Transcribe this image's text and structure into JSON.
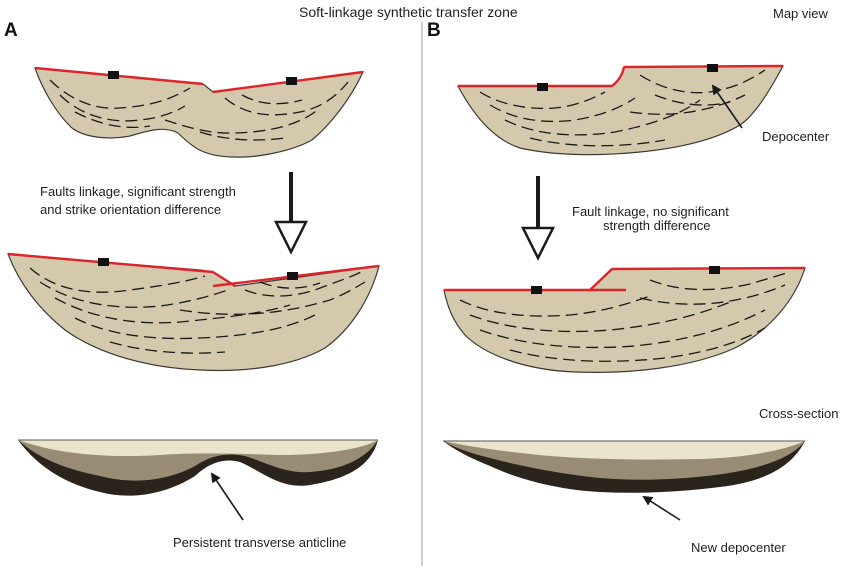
{
  "title": "Soft-linkage synthetic transfer zone",
  "map_view_label": "Map view",
  "cross_section_label": "Cross-section",
  "panels": [
    {
      "letter": "A",
      "arrow_text_line1": "Faults linkage, significant strength",
      "arrow_text_line2": "and strike orientation difference",
      "bottom_annotation": "Persistent transverse anticline"
    },
    {
      "letter": "B",
      "depocenter_label": "Depocenter",
      "arrow_text_line1": "Fault linkage, no significant",
      "arrow_text_line2": "strength difference",
      "bottom_annotation": "New depocenter"
    }
  ],
  "colors": {
    "fault": "#d9262c",
    "basin_fill": "#d5c9ad",
    "basin_stroke": "#3c3a35",
    "section_top": "#ebe4cc",
    "section_mid": "#988d74",
    "section_deep": "#2b241c",
    "divider": "#9a9a9a"
  }
}
